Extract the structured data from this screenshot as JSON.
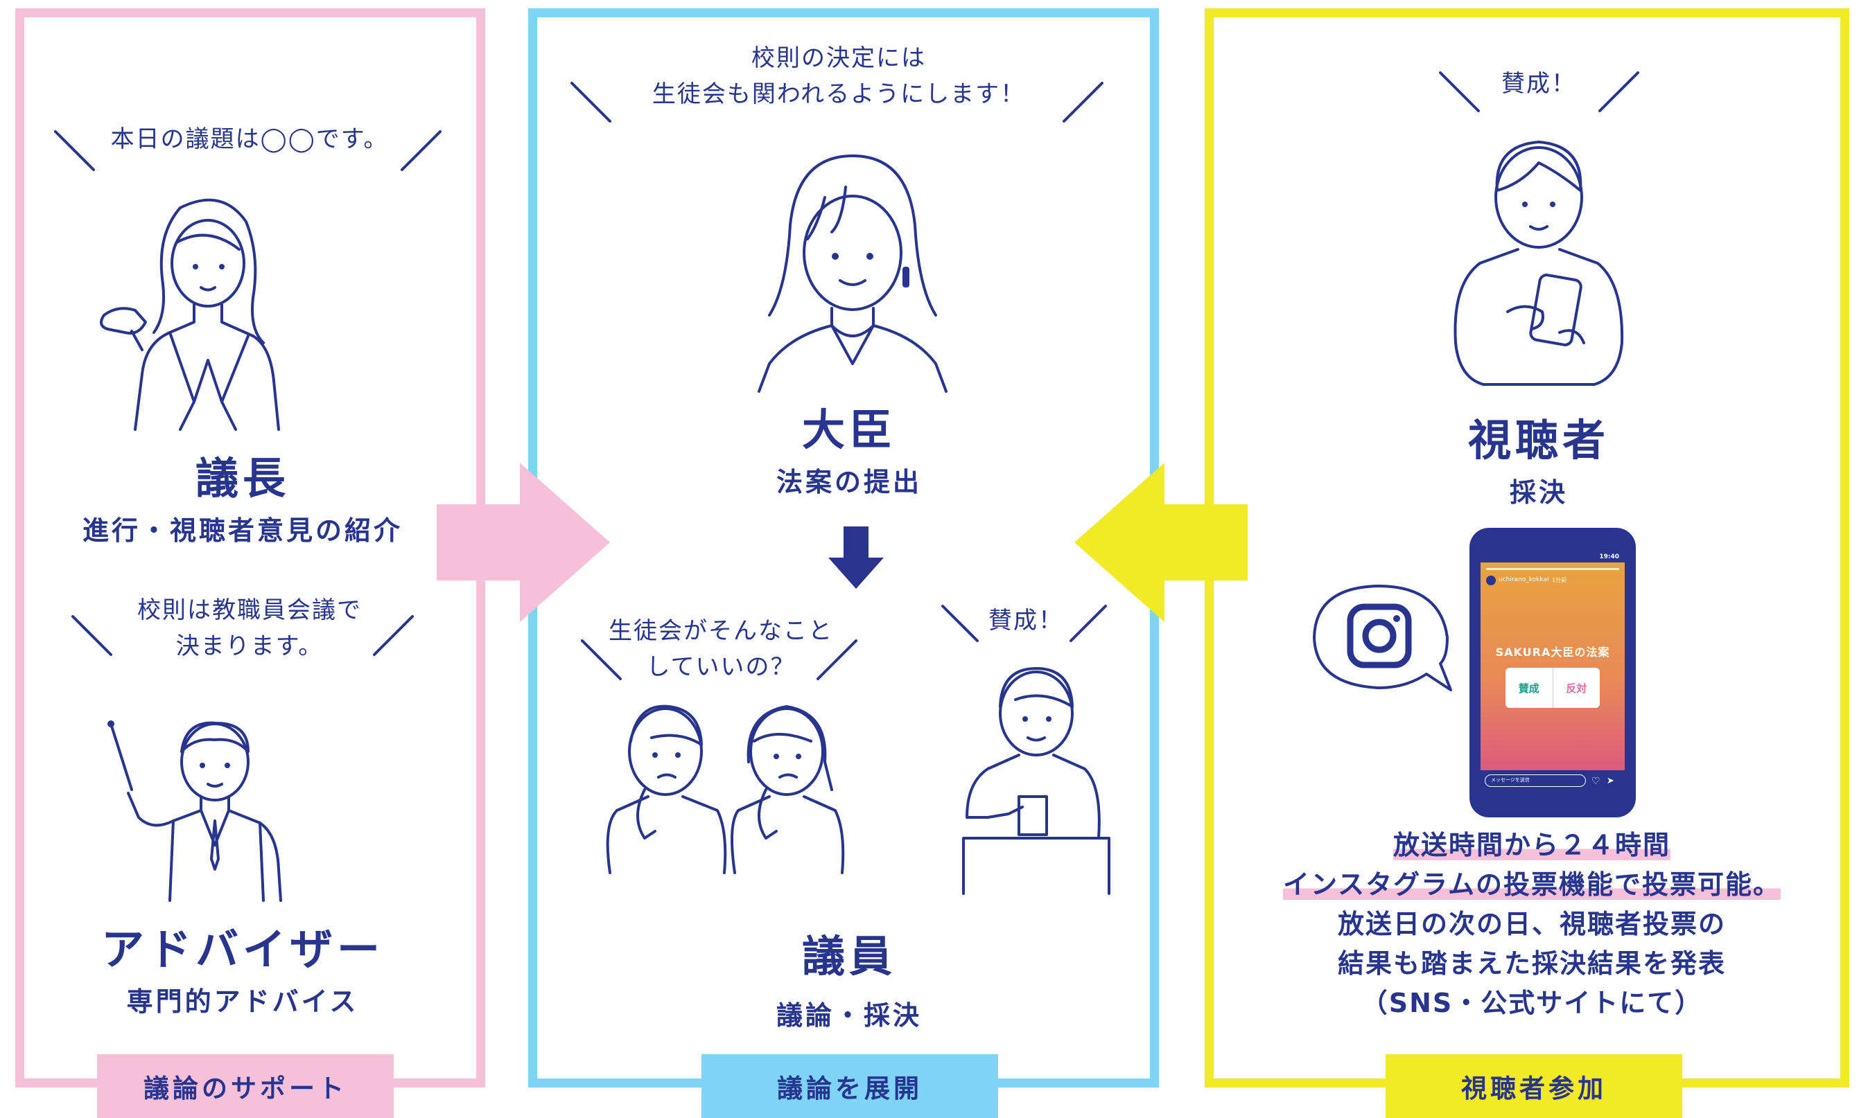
{
  "left": {
    "speech1": "本日の議題は◯◯です。",
    "role1": "議長",
    "desc1": "進行・視聴者意見の紹介",
    "speech2": [
      "校則は教職員会議で",
      "決まります。"
    ],
    "role2": "アドバイザー",
    "desc2": "専門的アドバイス",
    "tag": "議論のサポート"
  },
  "center": {
    "speech_top": [
      "校則の決定には",
      "生徒会も関われるようにします！"
    ],
    "role_top": "大臣",
    "desc_top": "法案の提出",
    "speech_left": [
      "生徒会がそんなこと",
      "していいの？"
    ],
    "speech_right": "賛成！",
    "role_bottom": "議員",
    "desc_bottom": "議論・採決",
    "tag": "議論を展開"
  },
  "right": {
    "speech": "賛成！",
    "role": "視聴者",
    "desc": "採決",
    "phone": {
      "time": "19:40",
      "account": "uchirano_kokkai",
      "posted": "1分前",
      "title": "SAKURA大臣の法案",
      "vote_yes": "賛成",
      "vote_no": "反対",
      "message_placeholder": "メッセージを送信"
    },
    "highlighted_lines": [
      "放送時間から２４時間",
      "インスタグラムの投票機能で投票可能。"
    ],
    "body_lines": [
      "放送日の次の日、視聴者投票の",
      "結果も踏まえた採決結果を発表",
      "（SNS・公式サイトにて）"
    ],
    "tag": "視聴者参加"
  },
  "colors": {
    "navy": "#27358f",
    "pink": "#f7c0d9",
    "blue": "#7fd3f5",
    "yellow": "#f3ea27"
  },
  "icons": [
    "chair-person-icon",
    "adviser-pointer-icon",
    "minister-headset-icon",
    "member-thinking-icon",
    "member-voting-icon",
    "viewer-smartphone-icon",
    "instagram-icon",
    "down-arrow-icon"
  ]
}
